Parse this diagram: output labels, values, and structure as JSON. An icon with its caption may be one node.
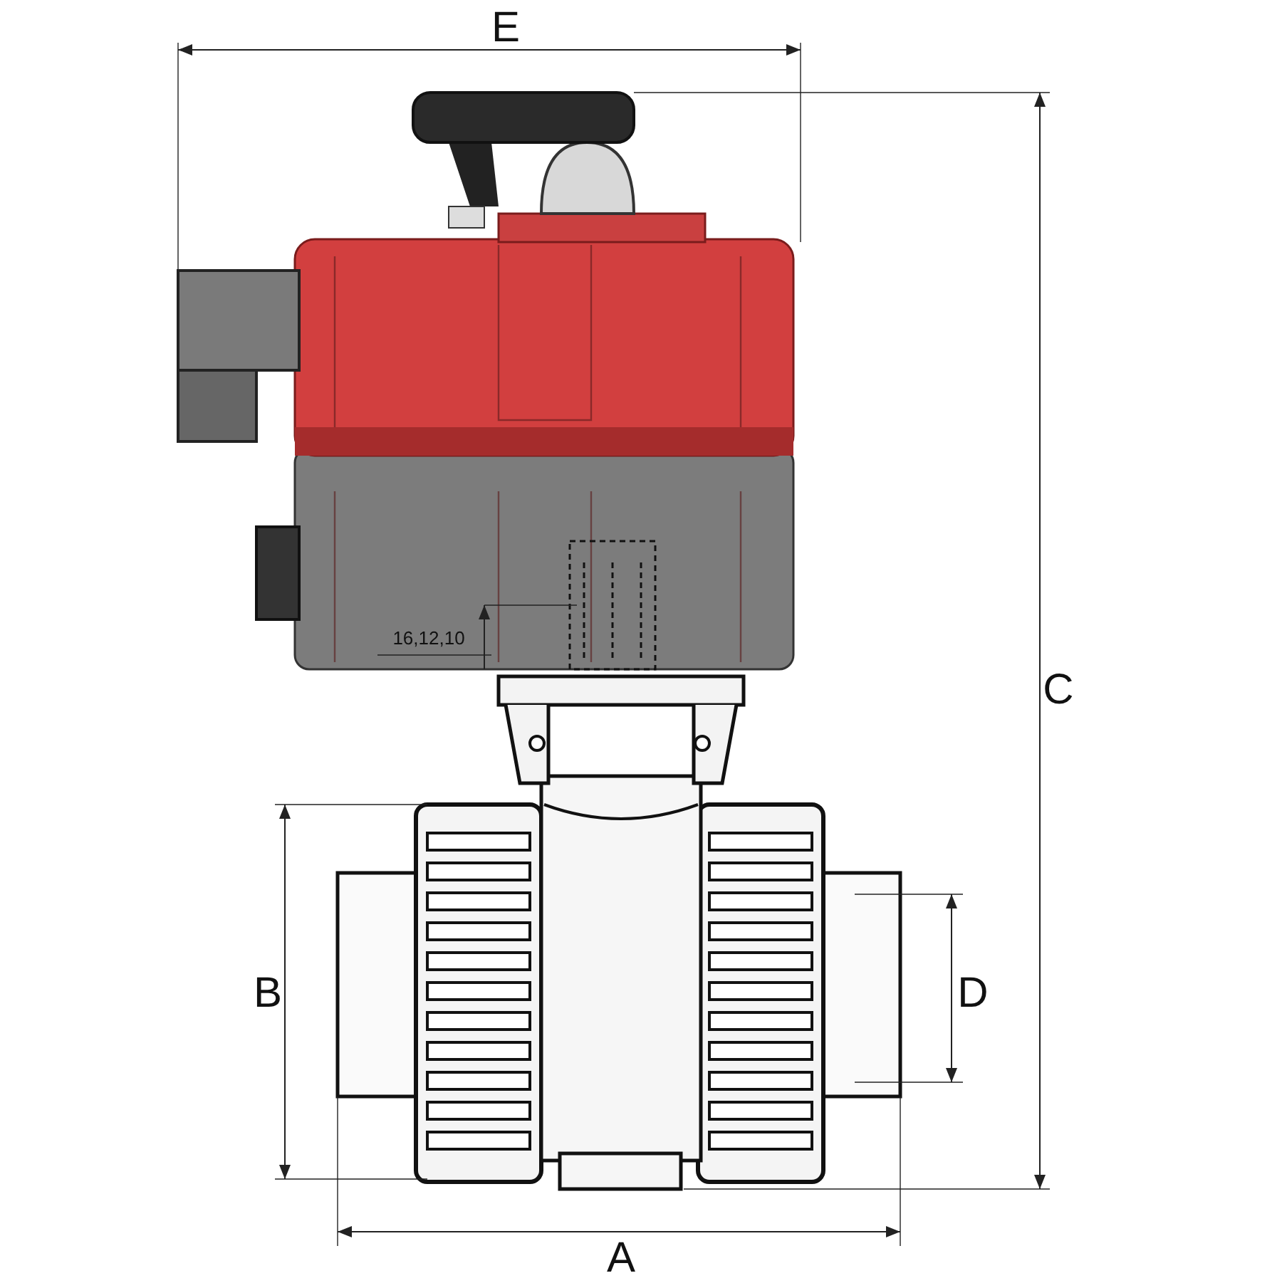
{
  "diagram": {
    "labels": [
      "E",
      "C",
      "B",
      "D",
      "A",
      "16,12,10"
    ]
  }
}
